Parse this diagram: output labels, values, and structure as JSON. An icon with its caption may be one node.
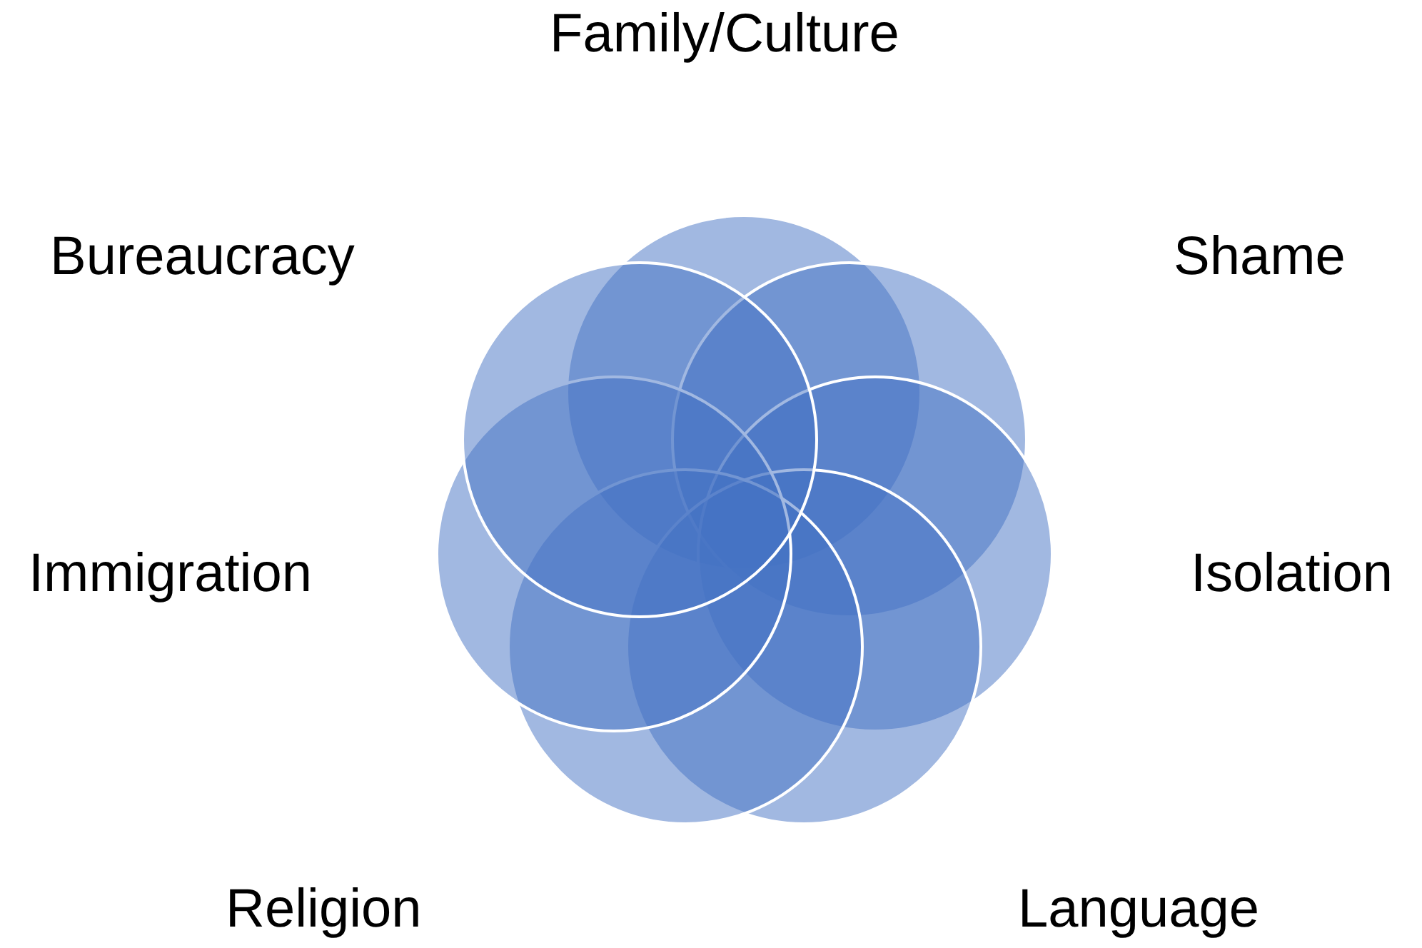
{
  "diagram": {
    "nodes": [
      {
        "text": [],
        "shape": "circle"
      },
      {
        "text": [],
        "shape": "circle"
      },
      {
        "text": [],
        "shape": "circle"
      },
      {
        "text": [],
        "shape": "circle"
      },
      {
        "text": [],
        "shape": "circle"
      },
      {
        "text": [],
        "shape": "circle"
      },
      {
        "text": [],
        "shape": "circle"
      }
    ],
    "labels": [
      "Family/Culture",
      "Bureaucracy",
      "Shame",
      "Immigration",
      "Isolation",
      "Religion",
      "Language"
    ]
  }
}
